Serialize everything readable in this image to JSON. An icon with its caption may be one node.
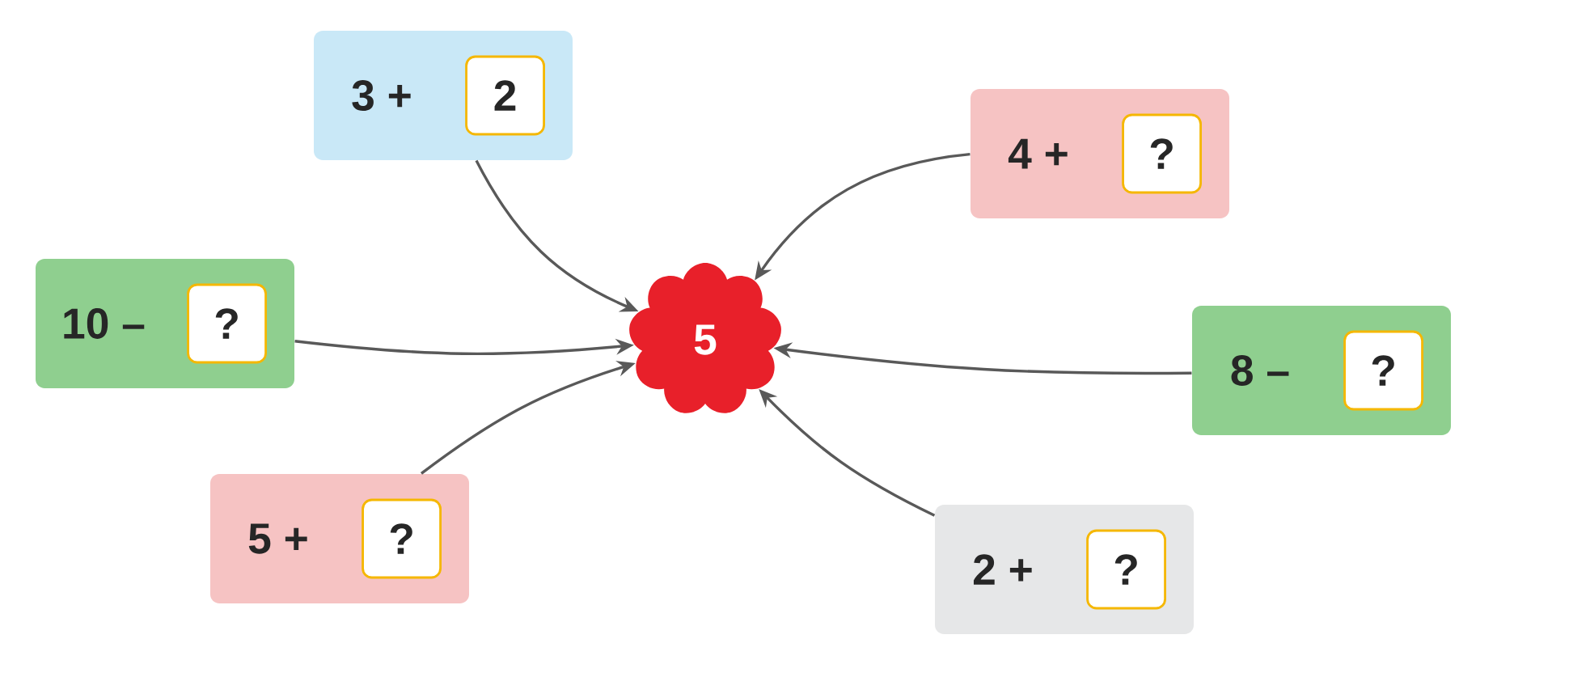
{
  "diagram": {
    "nodes": [
      {
        "text": [
          "3 +"
        ]
      },
      {
        "text": [
          "2"
        ],
        "in": 0
      },
      {
        "text": [
          "4 +"
        ]
      },
      {
        "text": [
          "?"
        ],
        "in": 2
      },
      {
        "text": [
          "10 –"
        ]
      },
      {
        "text": [
          "?"
        ],
        "in": 4
      },
      {
        "text": [
          "5"
        ]
      },
      {
        "text": [
          "8 –"
        ]
      },
      {
        "text": [
          "?"
        ],
        "in": 7
      },
      {
        "text": [
          "5 +"
        ]
      },
      {
        "text": [
          "?"
        ],
        "in": 9
      },
      {
        "text": [
          "2 +"
        ]
      },
      {
        "text": [
          "?"
        ],
        "in": 11
      }
    ],
    "edges": [
      {
        "from": 0,
        "to": 6,
        "arrow": "to"
      },
      {
        "from": 2,
        "to": 6,
        "arrow": "to"
      },
      {
        "from": 4,
        "to": 6,
        "arrow": "to"
      },
      {
        "from": 7,
        "to": 6,
        "arrow": "to"
      },
      {
        "from": 9,
        "to": 6,
        "arrow": "to"
      },
      {
        "from": 11,
        "to": 6,
        "arrow": "to"
      }
    ]
  }
}
